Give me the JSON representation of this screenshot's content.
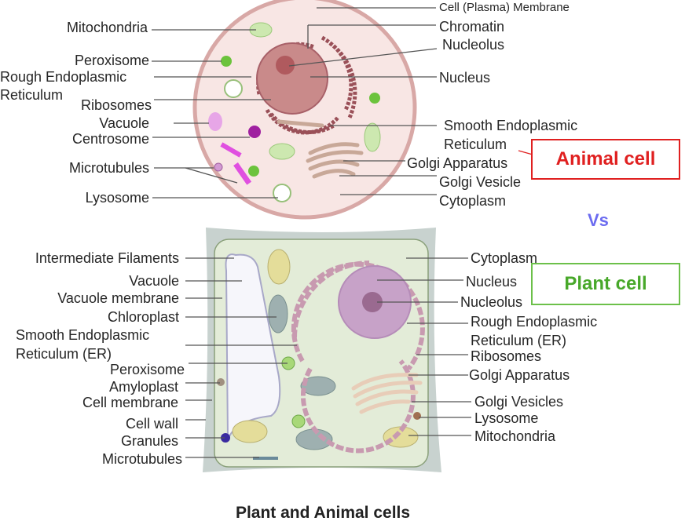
{
  "animal": {
    "badge": "Animal cell",
    "left_labels": [
      "Mitochondria",
      "Peroxisome",
      "Rough Endoplasmic",
      "Reticulum",
      "Ribosomes",
      "Vacuole",
      "Centrosome",
      "Microtubules",
      "Lysosome"
    ],
    "right_labels": [
      "Cell (Plasma) Membrane",
      "Chromatin",
      "Nucleolus",
      "Nucleus",
      "Smooth Endoplasmic",
      "Reticulum",
      "Golgi Apparatus",
      "Golgi Vesicle",
      "Cytoplasm"
    ]
  },
  "vs": "Vs",
  "plant": {
    "badge": "Plant cell",
    "left_labels": [
      "Intermediate Filaments",
      "Vacuole",
      "Vacuole membrane",
      "Chloroplast",
      "Smooth Endoplasmic",
      "Reticulum (ER)",
      "Peroxisome",
      "Amyloplast",
      "Cell membrane",
      "Cell wall",
      "Granules",
      "Microtubules"
    ],
    "right_labels": [
      "Cytoplasm",
      "Nucleus",
      "Nucleolus",
      "Rough Endoplasmic",
      "Reticulum (ER)",
      "Ribosomes",
      "Golgi Apparatus",
      "Golgi Vesicles",
      "Lysosome",
      "Mitochondria"
    ]
  },
  "title": "Plant and Animal cells"
}
